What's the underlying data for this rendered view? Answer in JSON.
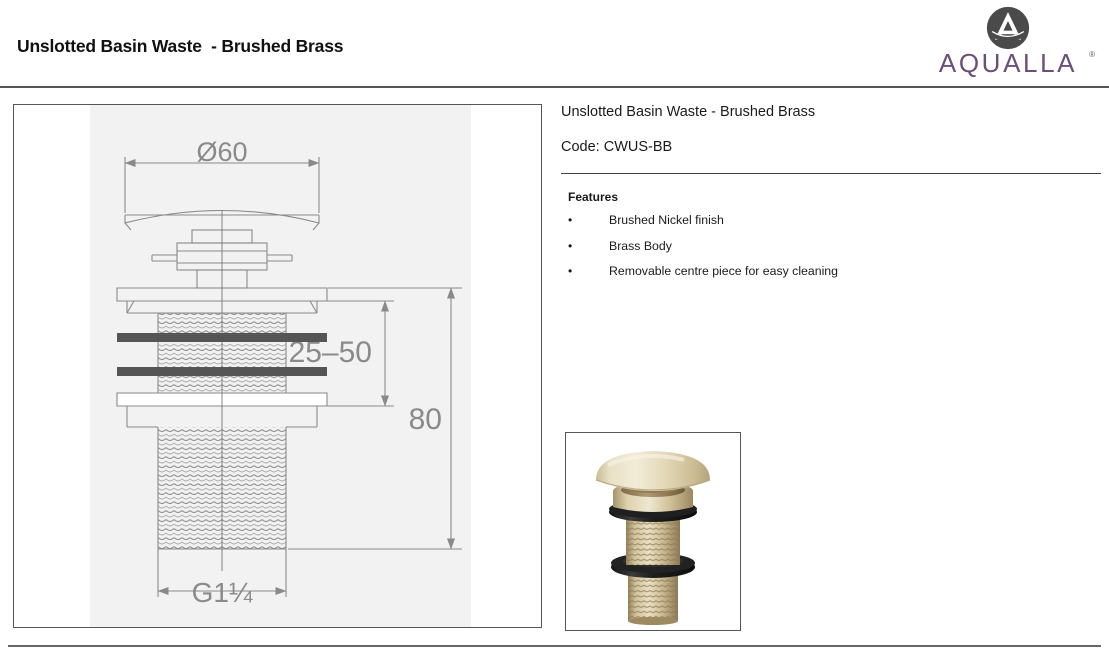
{
  "header": {
    "title": "Unslotted Basin Waste  - Brushed Brass",
    "brand": {
      "wordmark": "AQUALLA",
      "trademark": "®",
      "mark_icon": "aqualla-a-logomark",
      "mark_color": "#4a4a4a",
      "wordmark_color": "#6b4e79"
    }
  },
  "info": {
    "product_name": "Unslotted Basin Waste - Brushed Brass",
    "product_code": "Code: CWUS-BB",
    "features_heading": "Features",
    "features": [
      "Brushed Nickel finish",
      "Brass Body",
      "Removable  centre piece for easy cleaning"
    ],
    "bullet_glyph": "•"
  },
  "drawing": {
    "caption_icon": "technical-line-drawing",
    "dimensions": {
      "diameter": "Ø60",
      "clamp_range": "25-50",
      "overall_height": "80",
      "thread_size_prefix": "G1",
      "thread_fraction_numerator": "1",
      "thread_fraction_denominator": "4",
      "thread_size": "G1¼"
    },
    "line_color": "#8a8a8a",
    "seal_color": "#555555",
    "background": "#f2f2f2"
  },
  "photo": {
    "alt_icon": "basin-waste-product-photo",
    "colors": {
      "brass_light": "#ece4ce",
      "brass_mid": "#d4c49a",
      "brass_dark": "#a89468",
      "seal_black": "#1c1c1c"
    }
  }
}
